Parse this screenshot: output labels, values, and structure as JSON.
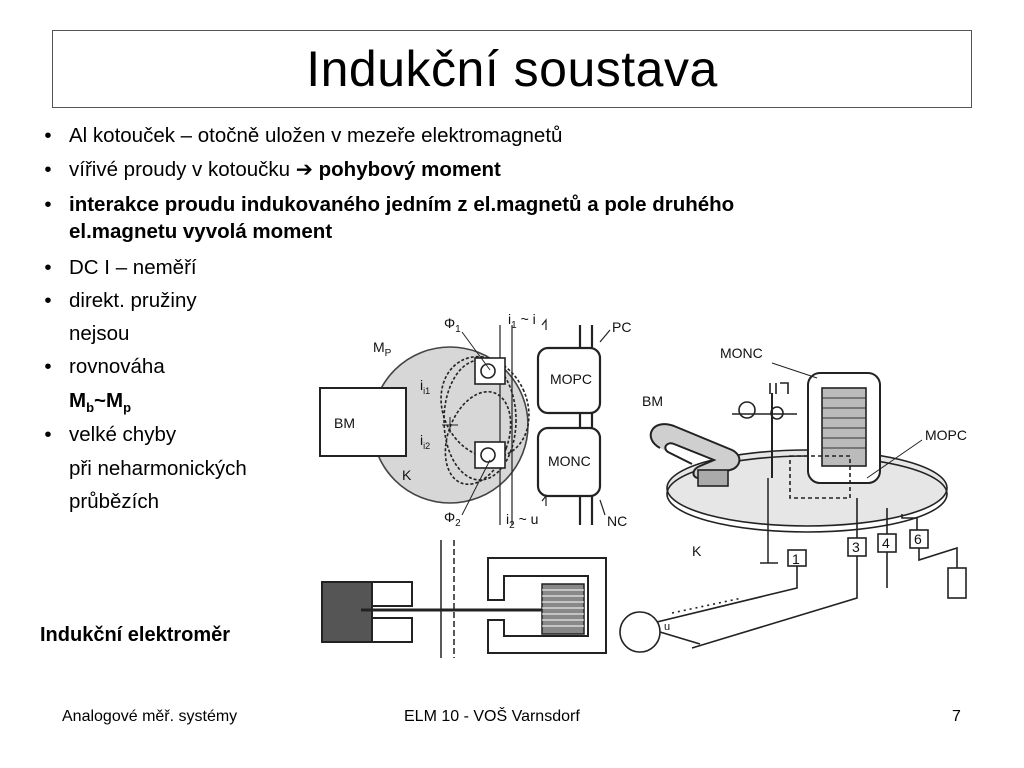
{
  "slide": {
    "title": "Indukční soustava",
    "bullets": {
      "b1": "Al kotouček – otočně uložen v mezeře elektromagnetů",
      "b2_text": "vířivé proudy v kotoučku",
      "b2_bold": "pohybový moment",
      "b3_line1": "interakce proudu indukovaného jedním z el.magnetů a pole druhého",
      "b3_line2": "el.magnetu vyvolá moment",
      "b4": "DC I – neměří",
      "b5_line1": "direkt. pružiny",
      "b5_line2": "nejsou",
      "b6_line1": "rovnováha",
      "b6_formula": {
        "m1": "M",
        "s1": "b",
        "tilde": "~",
        "m2": "M",
        "s2": "p"
      },
      "b7_line1": "velké chyby",
      "b7_line2": "při neharmonických",
      "b7_line3": "průbězích"
    },
    "caption": "Indukční elektroměr",
    "footer": {
      "left": "Analogové měř. systémy",
      "center": "ELM 10 - VOŠ Varnsdorf",
      "page": "7"
    },
    "figure_left": {
      "mp": "M",
      "mp_sub": "P",
      "phi1": "Φ",
      "phi1_sub": "1",
      "phi2": "Φ",
      "phi2_sub": "2",
      "i1u": "i",
      "i1u_sub": "1",
      "i1u_rest": " ~ i",
      "i2u": "i",
      "i2u_sub": "2",
      "i2u_rest": " ~ u",
      "pc": "PC",
      "nc": "NC",
      "bm": "BM",
      "k": "K",
      "mopc": "MOPC",
      "monc": "MONC",
      "ii1": "i",
      "ii1_sub": "i1",
      "ii2": "i",
      "ii2_sub": "i2"
    },
    "figure_right": {
      "monc": "MONC",
      "mopc": "MOPC",
      "bm": "BM",
      "k": "K",
      "n1": "1",
      "n3": "3",
      "n4": "4",
      "n6": "6",
      "u": "u"
    }
  }
}
